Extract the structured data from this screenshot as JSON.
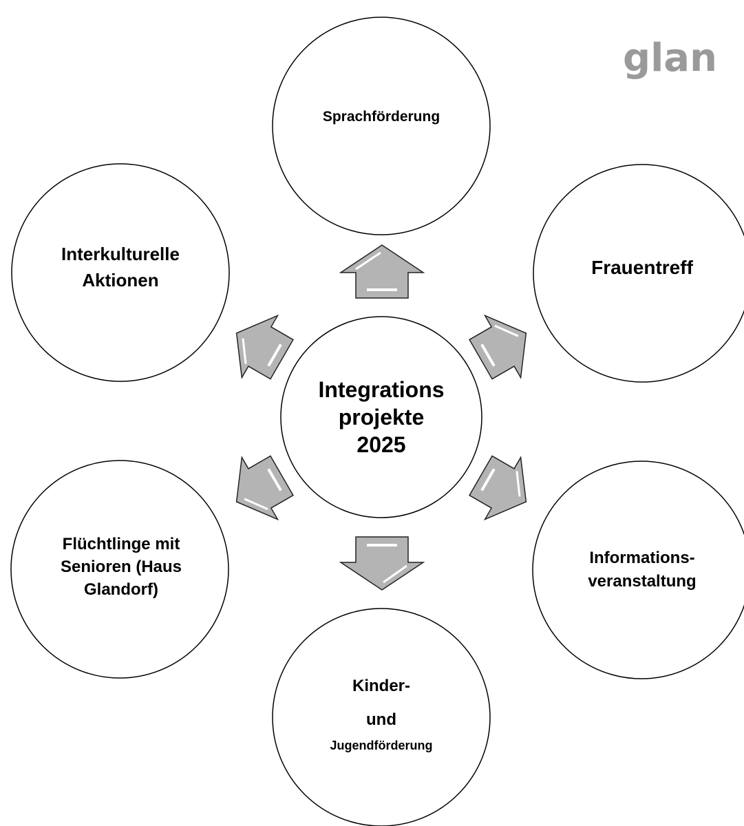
{
  "logo_text": "glan",
  "center": {
    "lines": [
      "Integrations",
      "projekte",
      "2025"
    ]
  },
  "nodes": [
    {
      "id": "sprach",
      "lines": [
        "Sprachförderung"
      ]
    },
    {
      "id": "frauen",
      "lines": [
        "Frauentreff"
      ]
    },
    {
      "id": "info",
      "lines": [
        "Informations-",
        "veranstaltung"
      ]
    },
    {
      "id": "kinder",
      "lines": [
        "Kinder-",
        "und",
        "Jugendförderung"
      ]
    },
    {
      "id": "fluecht",
      "lines": [
        "Flüchtlinge mit",
        "Senioren (Haus",
        "Glandorf)"
      ]
    },
    {
      "id": "interkult",
      "lines": [
        "Interkulturelle",
        "Aktionen"
      ]
    }
  ],
  "colors": {
    "outline": "#000000",
    "arrow_fill": "#b4b4b4",
    "arrow_highlight": "#ffffff",
    "logo": "#9a9a9a"
  }
}
